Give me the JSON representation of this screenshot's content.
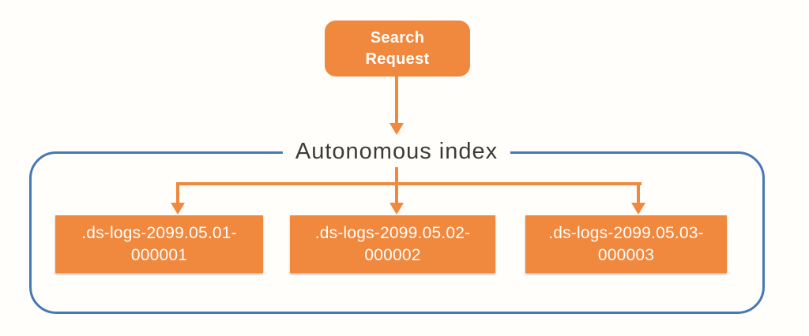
{
  "diagram": {
    "nodes": {
      "search_request_label": "Search\nRequest",
      "container_title": "Autonomous index",
      "indices": [
        {
          "label": ".ds-logs-2099.05.01-\n000001"
        },
        {
          "label": ".ds-logs-2099.05.02-\n000002"
        },
        {
          "label": ".ds-logs-2099.05.03-\n000003"
        }
      ]
    },
    "colors": {
      "orange": "#F0883D",
      "blue_border": "#4678B5",
      "title_text": "#3B3B3B",
      "node_text": "#FFFFFF",
      "canvas_bg": "#FFFEFB"
    }
  }
}
